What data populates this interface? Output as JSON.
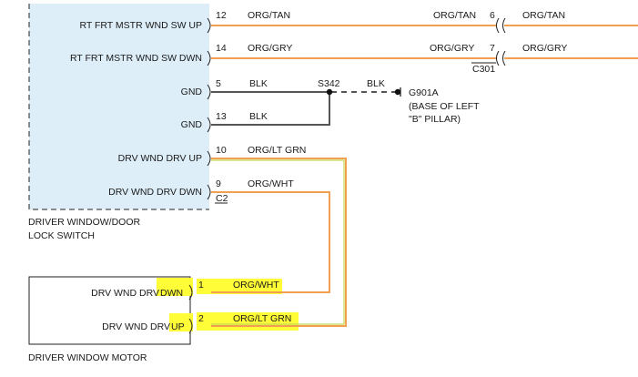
{
  "switch": {
    "name_line1": "DRIVER WINDOW/DOOR",
    "name_line2": "LOCK SWITCH",
    "pins": [
      {
        "label": "RT FRT MSTR WND SW UP",
        "pin": "12"
      },
      {
        "label": "RT FRT MSTR WND SW DWN",
        "pin": "14"
      },
      {
        "label": "GND",
        "pin": "5"
      },
      {
        "label": "GND",
        "pin": "13"
      },
      {
        "label": "DRV WND DRV UP",
        "pin": "10"
      },
      {
        "label": "DRV WND DRV DWN",
        "pin": "9"
      }
    ],
    "connector": "C2"
  },
  "wires": {
    "w12": "ORG/TAN",
    "w12_right": "ORG/TAN",
    "w14": "ORG/GRY",
    "w14_right": "ORG/GRY",
    "w5": "BLK",
    "w13": "BLK",
    "w10": "ORG/LT GRN",
    "w9": "ORG/WHT",
    "ground_blk": "BLK"
  },
  "c301": {
    "connector": "C301",
    "pin_up": "6",
    "pin_dwn": "7",
    "wire_up": "ORG/TAN",
    "wire_dwn": "ORG/GRY"
  },
  "splice": "S342",
  "ground": {
    "id": "G901A",
    "location_line1": "(BASE OF LEFT",
    "location_line2": "\"B\" PILLAR)"
  },
  "motor": {
    "name": "DRIVER WINDOW MOTOR",
    "pins": [
      {
        "label_a": "DRV WND DRV ",
        "label_b": "DWN",
        "pin": "1",
        "wire": "ORG/WHT"
      },
      {
        "label_a": "DRV WND DRV ",
        "label_b": "UP",
        "pin": "2",
        "wire": "ORG/LT GRN"
      }
    ]
  },
  "colors": {
    "orange": "#f0a050",
    "lt_green": "#c8d850",
    "black_wire": "#555555",
    "highlight": "#fffd38"
  }
}
